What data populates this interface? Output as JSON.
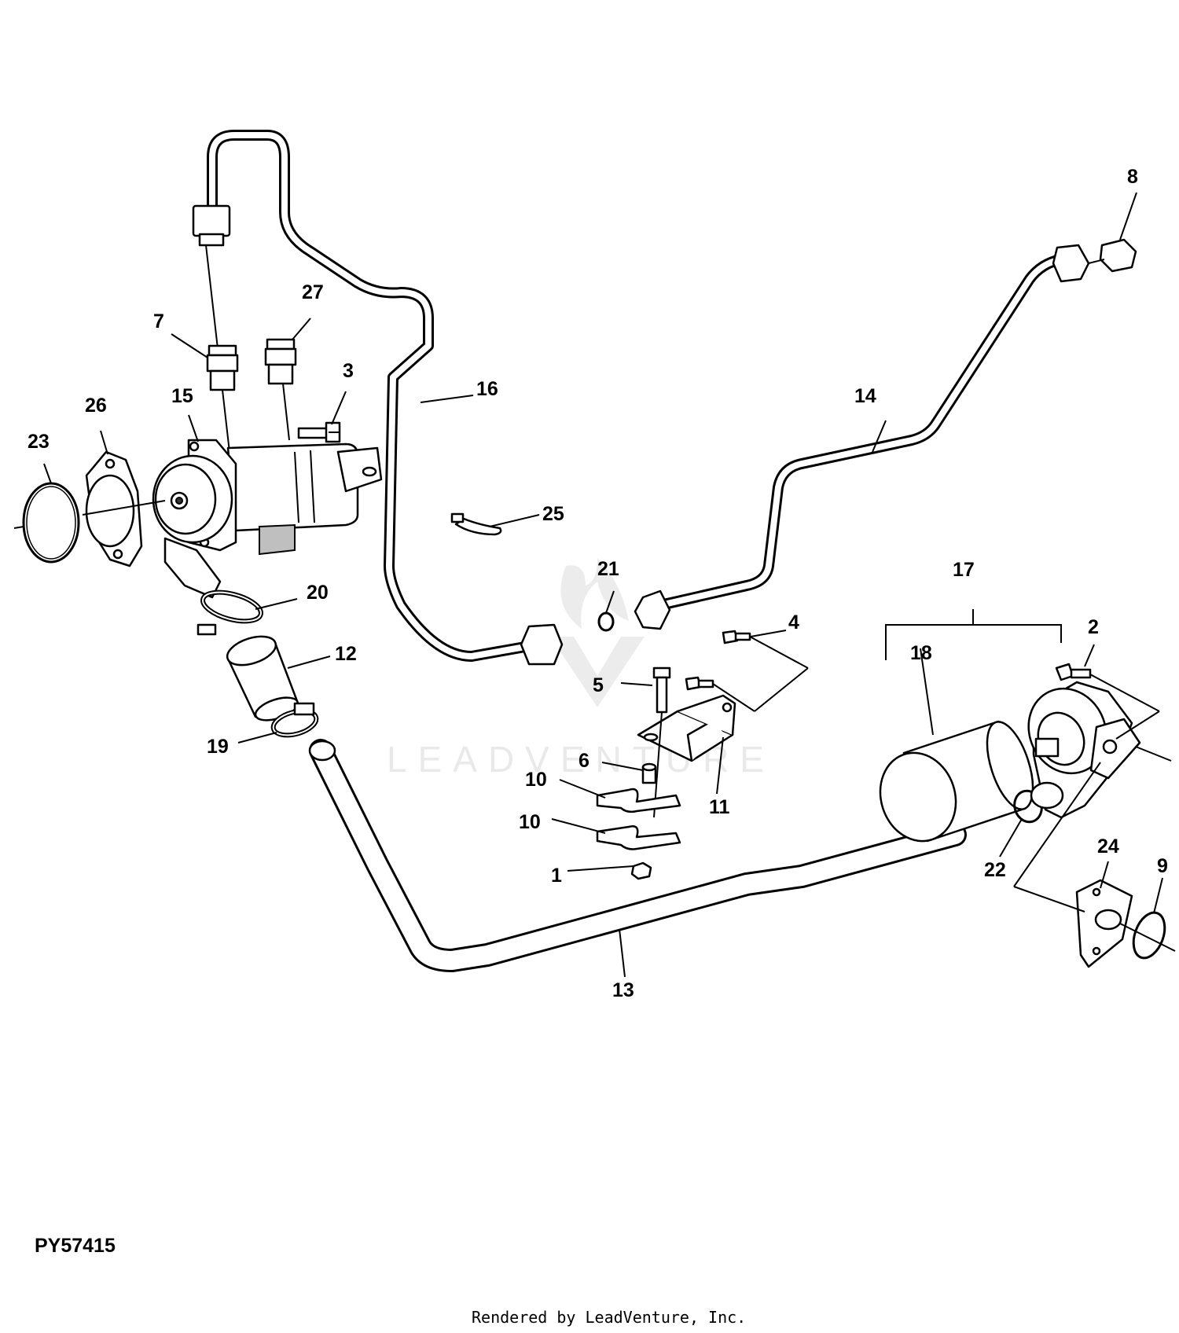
{
  "diagram_id": "PY57415",
  "footer": "Rendered by LeadVenture, Inc.",
  "watermark": "LEADVENTURE",
  "callouts": {
    "c1": "1",
    "c2": "2",
    "c3": "3",
    "c4": "4",
    "c5": "5",
    "c6": "6",
    "c7": "7",
    "c8": "8",
    "c9": "9",
    "c10a": "10",
    "c10b": "10",
    "c11": "11",
    "c12": "12",
    "c13": "13",
    "c14": "14",
    "c15": "15",
    "c16": "16",
    "c17": "17",
    "c18": "18",
    "c19": "19",
    "c20": "20",
    "c21": "21",
    "c22": "22",
    "c23": "23",
    "c24": "24",
    "c25": "25",
    "c26": "26",
    "c27": "27"
  }
}
